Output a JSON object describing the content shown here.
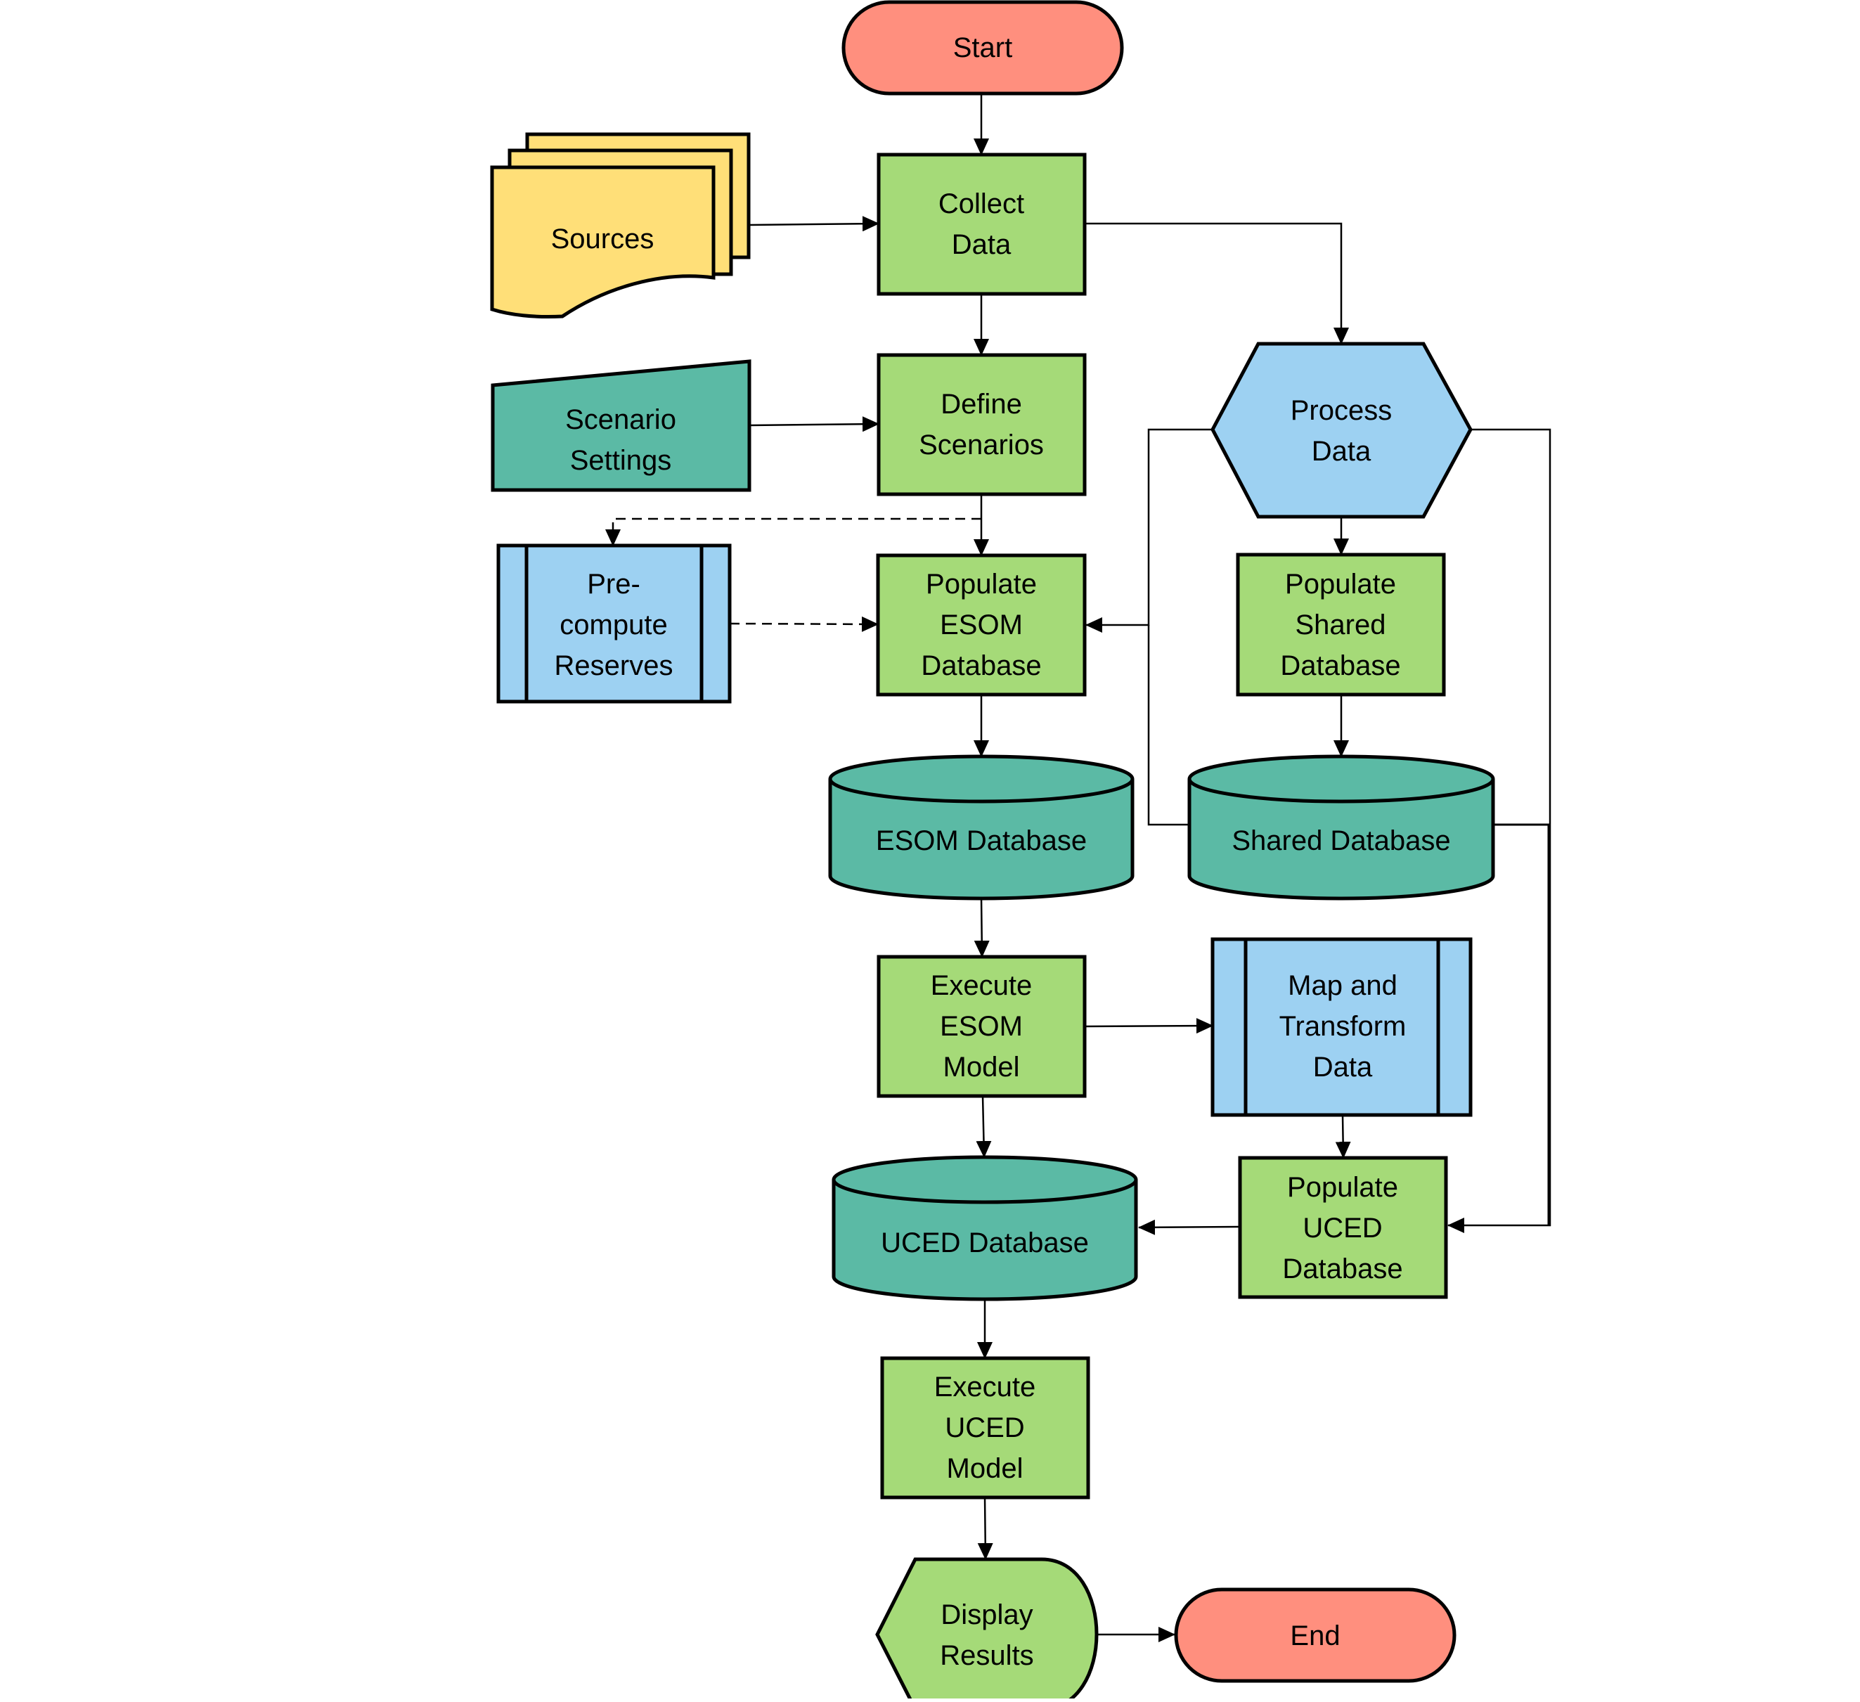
{
  "colors": {
    "terminator": "#FF8F7E",
    "process": "#A5DA78",
    "hexagon": "#9DD1F2",
    "database": "#5BBAA5",
    "document": "#FFDF78",
    "input": "#5BBAA5",
    "subprocess": "#9DD1F2",
    "line": "#000000"
  },
  "nodes": {
    "start": {
      "label": [
        "Start"
      ]
    },
    "sources": {
      "label": [
        "Sources"
      ]
    },
    "collect_data": {
      "label": [
        "Collect",
        "Data"
      ]
    },
    "scenario_settings": {
      "label": [
        "Scenario",
        "Settings"
      ]
    },
    "define_scenarios": {
      "label": [
        "Define",
        "Scenarios"
      ]
    },
    "process_data": {
      "label": [
        "Process",
        "Data"
      ]
    },
    "precompute_reserves": {
      "label": [
        "Pre-",
        "compute",
        "Reserves"
      ]
    },
    "populate_esom": {
      "label": [
        "Populate",
        "ESOM",
        "Database"
      ]
    },
    "populate_shared": {
      "label": [
        "Populate",
        "Shared",
        "Database"
      ]
    },
    "esom_database": {
      "label": [
        "ESOM Database"
      ]
    },
    "shared_database": {
      "label": [
        "Shared Database"
      ]
    },
    "execute_esom": {
      "label": [
        "Execute",
        "ESOM",
        "Model"
      ]
    },
    "map_transform": {
      "label": [
        "Map and",
        "Transform",
        "Data"
      ]
    },
    "uced_database": {
      "label": [
        "UCED Database"
      ]
    },
    "populate_uced": {
      "label": [
        "Populate",
        "UCED",
        "Database"
      ]
    },
    "execute_uced": {
      "label": [
        "Execute",
        "UCED",
        "Model"
      ]
    },
    "display_results": {
      "label": [
        "Display",
        "Results"
      ]
    },
    "end": {
      "label": [
        "End"
      ]
    }
  },
  "edges": [
    {
      "from": "start",
      "to": "collect_data",
      "style": "solid"
    },
    {
      "from": "sources",
      "to": "collect_data",
      "style": "solid"
    },
    {
      "from": "collect_data",
      "to": "define_scenarios",
      "style": "solid"
    },
    {
      "from": "collect_data",
      "to": "process_data",
      "style": "solid"
    },
    {
      "from": "scenario_settings",
      "to": "define_scenarios",
      "style": "solid"
    },
    {
      "from": "define_scenarios",
      "to": "populate_esom",
      "style": "solid"
    },
    {
      "from": "define_scenarios",
      "to": "precompute_reserves",
      "style": "dashed"
    },
    {
      "from": "precompute_reserves",
      "to": "populate_esom",
      "style": "dashed"
    },
    {
      "from": "process_data",
      "to": "populate_esom",
      "style": "solid"
    },
    {
      "from": "process_data",
      "to": "populate_shared",
      "style": "solid"
    },
    {
      "from": "process_data",
      "to": "populate_uced",
      "style": "solid"
    },
    {
      "from": "populate_shared",
      "to": "shared_database",
      "style": "solid"
    },
    {
      "from": "shared_database",
      "to": "populate_esom",
      "style": "solid"
    },
    {
      "from": "shared_database",
      "to": "populate_uced",
      "style": "solid"
    },
    {
      "from": "populate_esom",
      "to": "esom_database",
      "style": "solid"
    },
    {
      "from": "esom_database",
      "to": "execute_esom",
      "style": "solid"
    },
    {
      "from": "execute_esom",
      "to": "map_transform",
      "style": "solid"
    },
    {
      "from": "execute_esom",
      "to": "uced_database",
      "style": "solid"
    },
    {
      "from": "map_transform",
      "to": "populate_uced",
      "style": "solid"
    },
    {
      "from": "populate_uced",
      "to": "uced_database",
      "style": "solid"
    },
    {
      "from": "uced_database",
      "to": "execute_uced",
      "style": "solid"
    },
    {
      "from": "execute_uced",
      "to": "display_results",
      "style": "solid"
    },
    {
      "from": "display_results",
      "to": "end",
      "style": "solid"
    }
  ]
}
